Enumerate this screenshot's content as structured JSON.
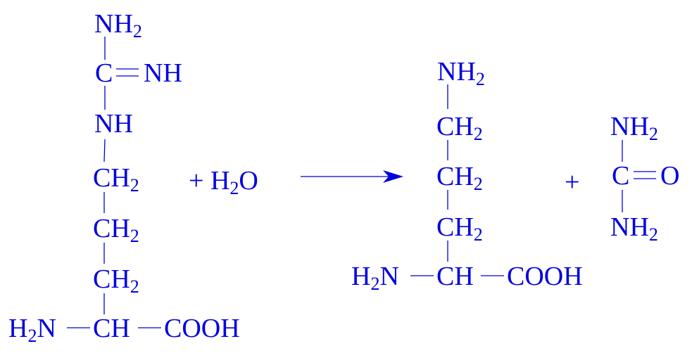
{
  "colors": {
    "ink": "#0000dd"
  },
  "reactant": {
    "guanidino_top": {
      "main": "NH",
      "sub": "2"
    },
    "imine_carbon": "C",
    "imine_nh": "NH",
    "imino_link": "NH",
    "ch2_1": {
      "main": "CH",
      "sub": "2"
    },
    "ch2_2": {
      "main": "CH",
      "sub": "2"
    },
    "ch2_3": {
      "main": "CH",
      "sub": "2"
    },
    "amine_left": {
      "main_a": "H",
      "sub": "2",
      "main_b": "N"
    },
    "alpha_ch": "CH",
    "carboxyl": "COOH"
  },
  "water": {
    "plus": "+",
    "main_a": "H",
    "sub": "2",
    "main_b": "O"
  },
  "product_ornithine": {
    "amine_top": {
      "main": "NH",
      "sub": "2"
    },
    "ch2_1": {
      "main": "CH",
      "sub": "2"
    },
    "ch2_2": {
      "main": "CH",
      "sub": "2"
    },
    "ch2_3": {
      "main": "CH",
      "sub": "2"
    },
    "amine_left": {
      "main_a": "H",
      "sub": "2",
      "main_b": "N"
    },
    "alpha_ch": "CH",
    "carboxyl": "COOH"
  },
  "product_plus": "+",
  "product_urea": {
    "amine_top": {
      "main": "NH",
      "sub": "2"
    },
    "carbon": "C",
    "oxygen": "O",
    "amine_bottom": {
      "main": "NH",
      "sub": "2"
    }
  }
}
